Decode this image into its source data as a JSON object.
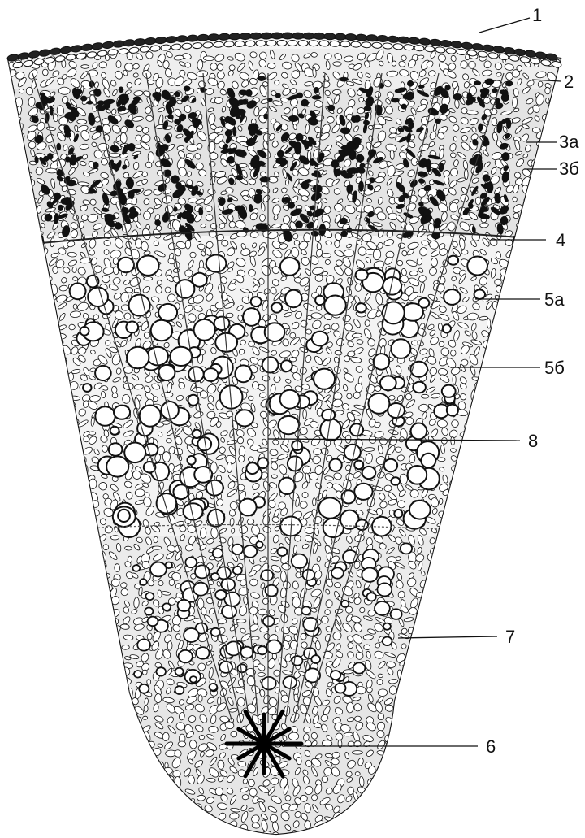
{
  "figure": {
    "labels": [
      {
        "id": "1",
        "text": "1"
      },
      {
        "id": "2",
        "text": "2"
      },
      {
        "id": "3a",
        "text": "3а"
      },
      {
        "id": "3b",
        "text": "3б"
      },
      {
        "id": "4",
        "text": "4"
      },
      {
        "id": "5a",
        "text": "5а"
      },
      {
        "id": "5b",
        "text": "5б"
      },
      {
        "id": "8",
        "text": "8"
      },
      {
        "id": "7",
        "text": "7"
      },
      {
        "id": "6",
        "text": "6"
      }
    ],
    "colors": {
      "ink": "#111111",
      "paper": "#ffffff",
      "stipple": "#4a4a4a"
    }
  }
}
